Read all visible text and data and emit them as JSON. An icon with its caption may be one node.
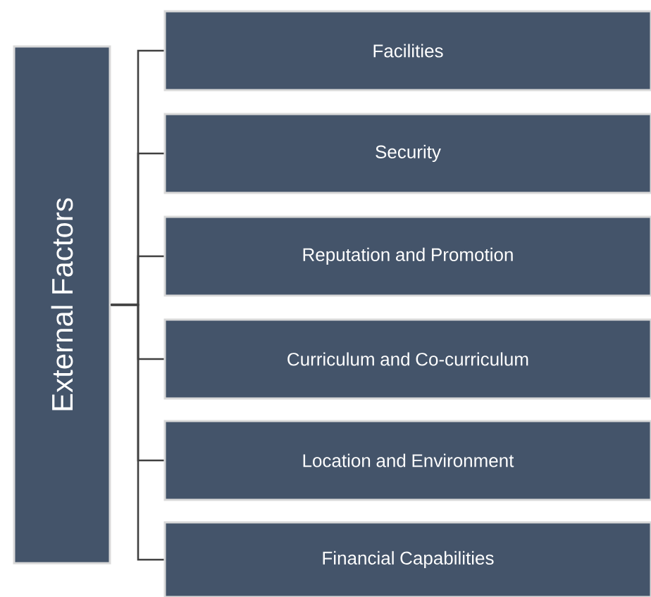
{
  "diagram": {
    "nodes": [
      {
        "text": [
          "External Factors"
        ]
      },
      {
        "text": [
          "Facilities"
        ]
      },
      {
        "text": [
          "Security"
        ]
      },
      {
        "text": [
          "Reputation and Promotion"
        ]
      },
      {
        "text": [
          "Curriculum and Co-curriculum"
        ]
      },
      {
        "text": [
          "Location and Environment"
        ]
      },
      {
        "text": [
          "Financial Capabilities"
        ]
      }
    ],
    "edges": [
      {
        "from": 0,
        "to": 1,
        "arrow": "none"
      },
      {
        "from": 0,
        "to": 2,
        "arrow": "none"
      },
      {
        "from": 0,
        "to": 3,
        "arrow": "none"
      },
      {
        "from": 0,
        "to": 4,
        "arrow": "none"
      },
      {
        "from": 0,
        "to": 5,
        "arrow": "none"
      },
      {
        "from": 0,
        "to": 6,
        "arrow": "none"
      }
    ]
  }
}
